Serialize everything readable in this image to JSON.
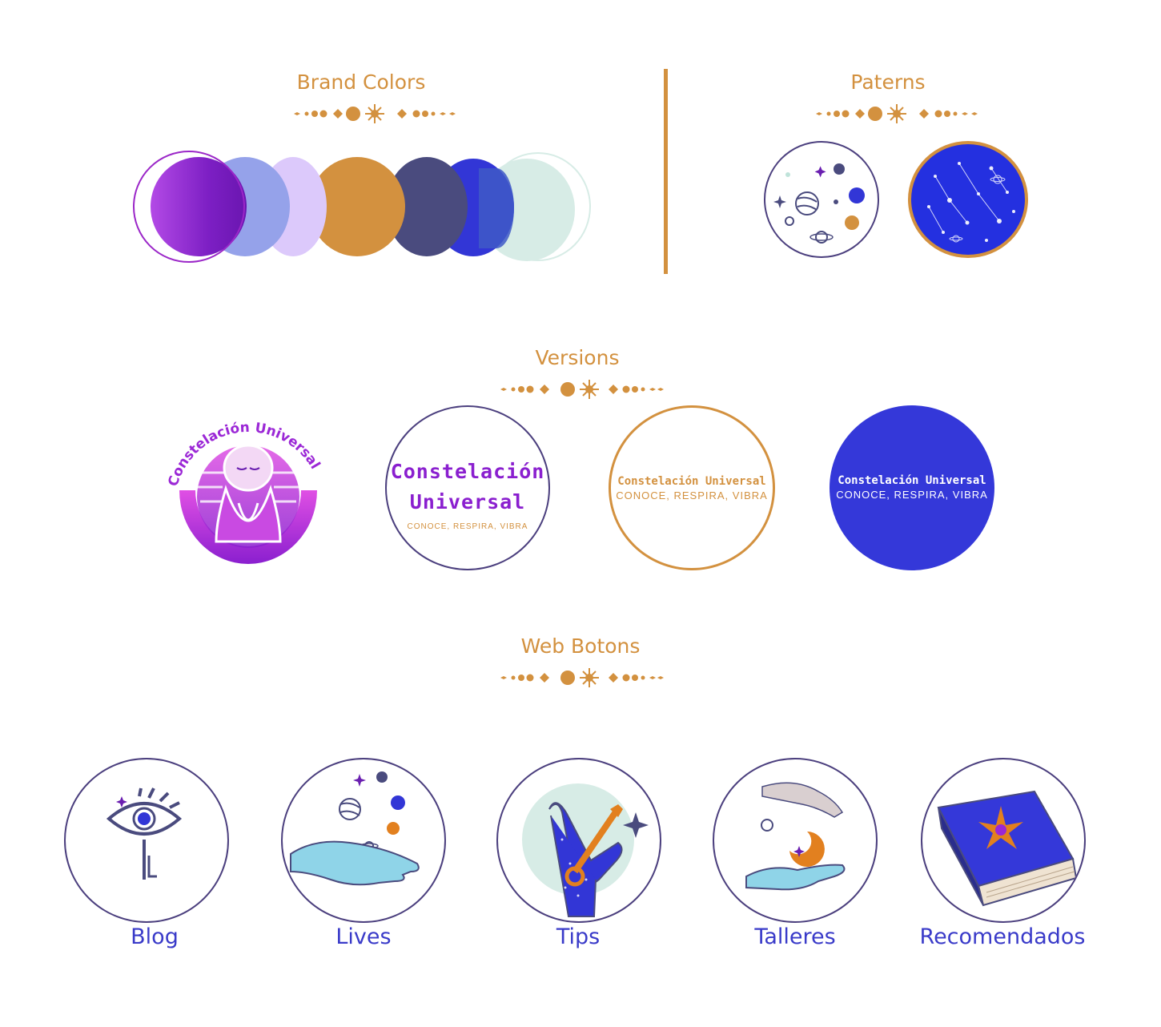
{
  "sections": {
    "brand_colors": "Brand Colors",
    "patterns": "Paterns",
    "versions": "Versions",
    "web_buttons": "Web Botons"
  },
  "brand_swatches": [
    "#8a1fcf",
    "#95a2ea",
    "#dcc9fb",
    "#d3913f",
    "#4a4b7e",
    "#3236d6",
    "#d7ece6"
  ],
  "versions": {
    "logo_ring_text": "Constelación Universal",
    "white_line1": "Constelación",
    "white_line2": "Universal",
    "white_tagline": "CONOCE, RESPIRA, VIBRA",
    "gold_title": "Constelación Universal",
    "gold_tagline": "CONOCE, RESPIRA, VIBRA",
    "blue_title": "Constelación Universal",
    "blue_tagline": "CONOCE, RESPIRA, VIBRA"
  },
  "buttons": [
    {
      "label": "Blog",
      "icon": "eye-key-moon-icon"
    },
    {
      "label": "Lives",
      "icon": "hand-planets-icon"
    },
    {
      "label": "Tips",
      "icon": "hand-key-icon"
    },
    {
      "label": "Talleres",
      "icon": "hands-moon-icon"
    },
    {
      "label": "Recomendados",
      "icon": "book-star-icon"
    }
  ],
  "colors": {
    "gold": "#d3913f",
    "navy": "#4b3f7e",
    "royal_blue": "#3438d9",
    "purple": "#9b27d6"
  }
}
